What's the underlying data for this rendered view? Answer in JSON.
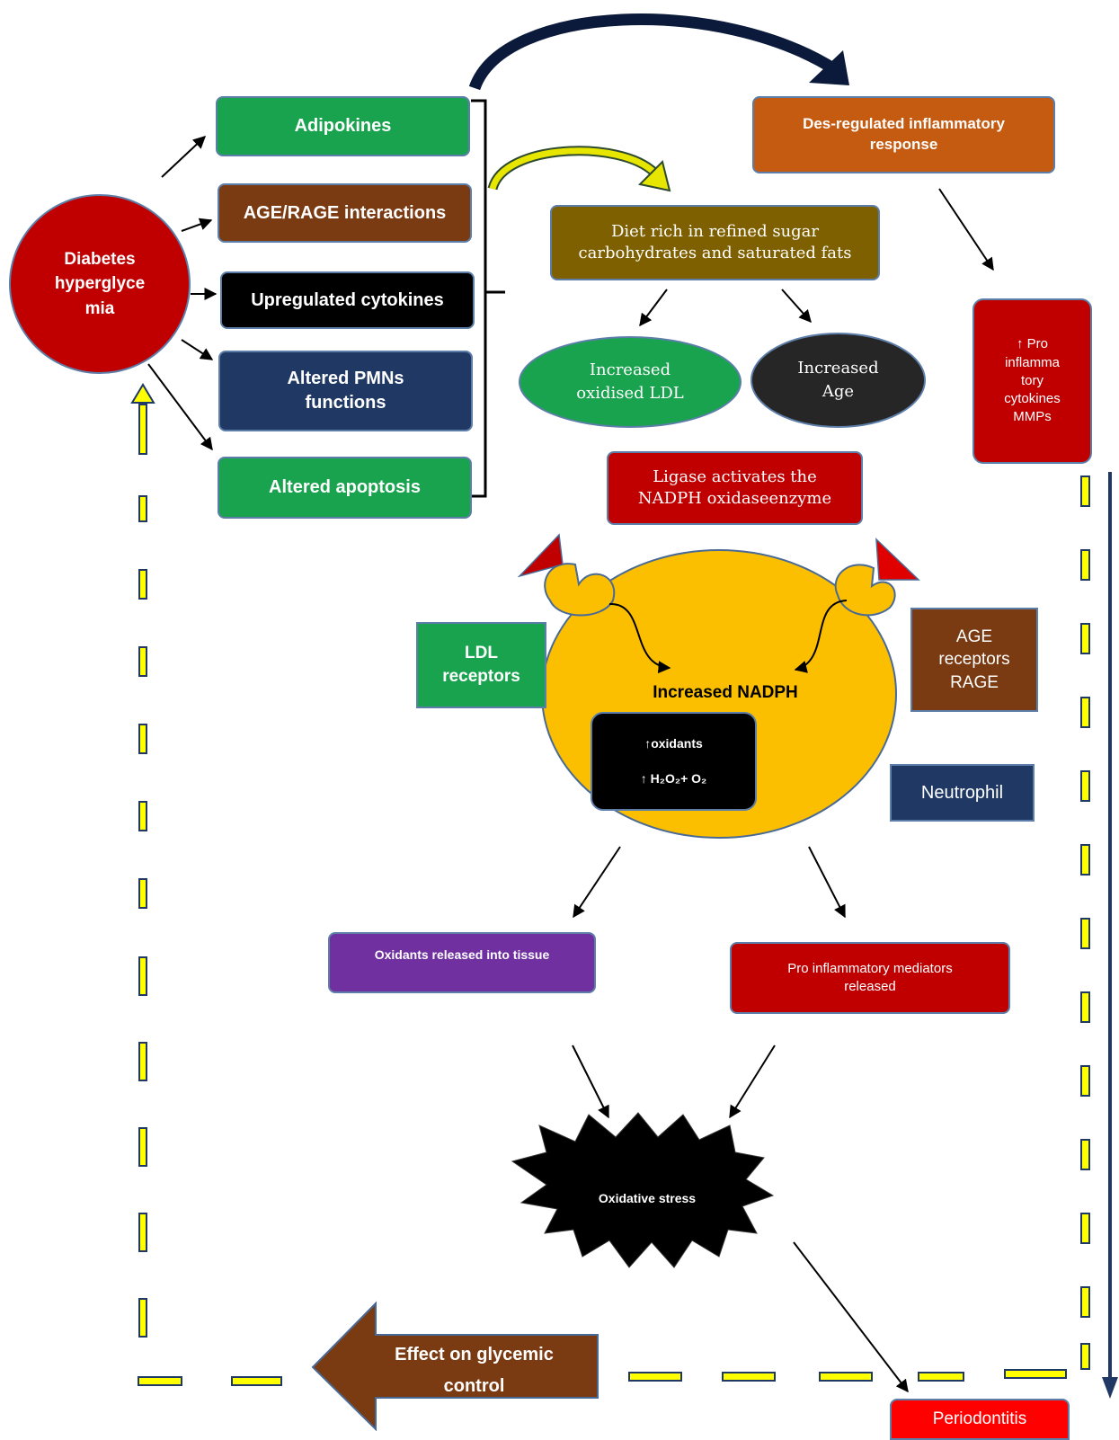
{
  "colors": {
    "green": "#1aa34f",
    "brown": "#7a3a12",
    "black": "#000000",
    "navy": "#1f3864",
    "red": "#c00000",
    "orange": "#c55a11",
    "olive": "#7f6000",
    "dark_gray": "#262626",
    "purple": "#7030a0",
    "yellow": "#fbbf00",
    "bright_red": "#ff0000",
    "dash_yellow": "#ffff00"
  },
  "nodes": {
    "diabetes": "Diabetes\nhyperglyce\nmia",
    "adipokines": "Adipokines",
    "age_rage": "AGE/RAGE interactions",
    "cytokines": "Upregulated cytokines",
    "pmns": "Altered PMNs\nfunctions",
    "apoptosis": "Altered apoptosis",
    "desregulated": "Des-regulated inflammatory\nresponse",
    "diet": "Diet rich in refined sugar\ncarbohydrates and saturated fats",
    "ldl_ox": "Increased\noxidised LDL",
    "age_inc": "Increased\nAge",
    "pro_cytokines": "↑ Pro\ninflamma\ntory\ncytokines\nMMPs",
    "ligase": "Ligase activates the\nNADPH oxidaseenzyme",
    "ldl_receptors": "LDL\nreceptors",
    "age_receptors": "AGE\nreceptors\nRAGE",
    "neutrophil": "Neutrophil",
    "nadph": "Increased NADPH",
    "oxidants_line1": "↑oxidants",
    "oxidants_line2": "↑ H₂O₂+ O₂",
    "oxidants_released": "Oxidants released into tissue",
    "mediators": "Pro inflammatory mediators\nreleased",
    "oxidative_stress": "Oxidative stress",
    "glycemic": "Effect on glycemic\ncontrol",
    "periodontitis": "Periodontitis"
  }
}
